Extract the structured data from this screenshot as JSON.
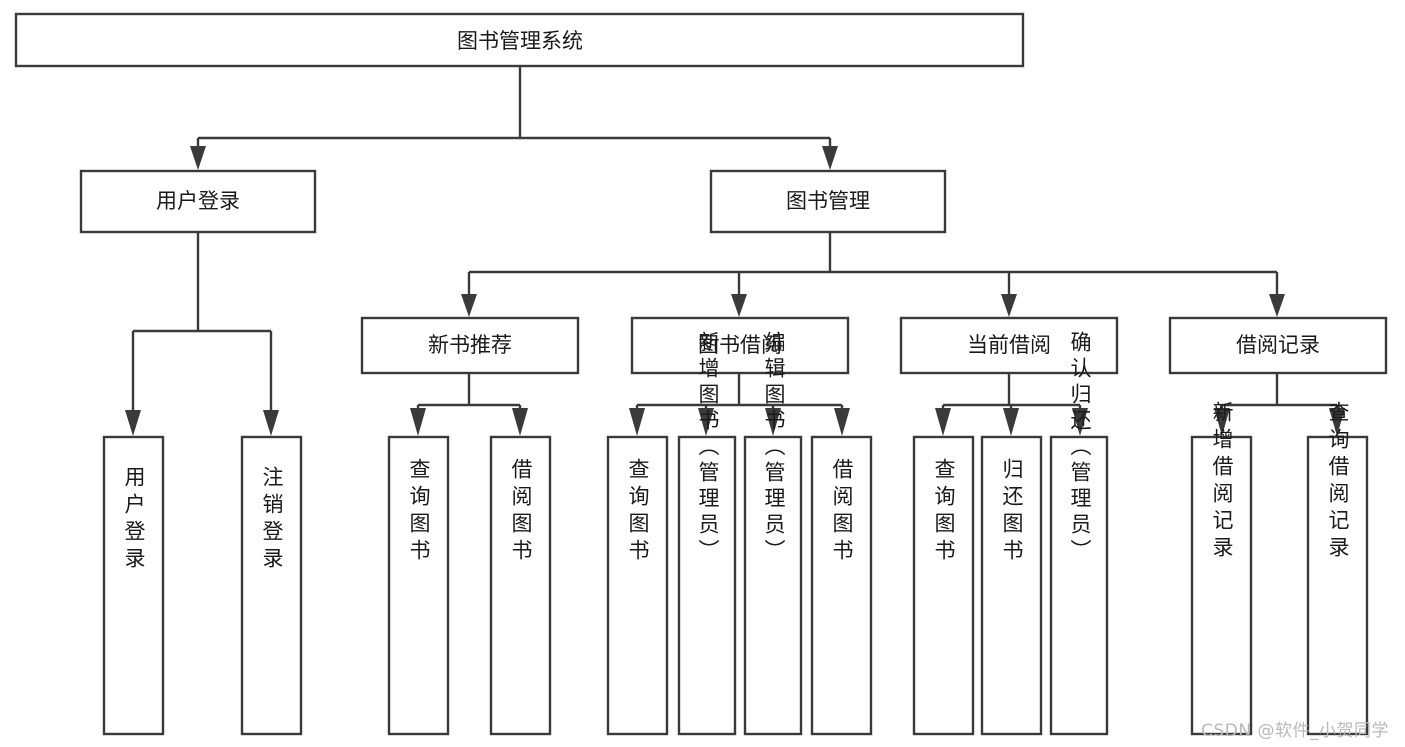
{
  "diagram": {
    "type": "tree-hierarchy",
    "title": "图书管理系统",
    "watermark": "CSDN @软件_小贺同学",
    "colors": {
      "box_stroke": "#3a3a3a",
      "box_fill": "#ffffff",
      "text": "#1a1a1a",
      "link": "#3a3a3a",
      "background": "#ffffff",
      "watermark": "#b9b9b9"
    },
    "levels": {
      "root": {
        "label": "图书管理系统"
      },
      "level2": [
        {
          "label": "用户登录"
        },
        {
          "label": "图书管理"
        }
      ],
      "level3": [
        {
          "label": "新书推荐",
          "parent": "图书管理"
        },
        {
          "label": "图书借阅",
          "parent": "图书管理"
        },
        {
          "label": "当前借阅",
          "parent": "图书管理"
        },
        {
          "label": "借阅记录",
          "parent": "图书管理"
        }
      ],
      "leaves": {
        "用户登录": [
          {
            "label": "用户登录"
          },
          {
            "label": "注销登录"
          }
        ],
        "新书推荐": [
          {
            "label": "查询图书"
          },
          {
            "label": "借阅图书"
          }
        ],
        "图书借阅": [
          {
            "label": "查询图书"
          },
          {
            "label": "新增图书（管理员）"
          },
          {
            "label": "编辑图书（管理员）"
          },
          {
            "label": "借阅图书"
          }
        ],
        "当前借阅": [
          {
            "label": "查询图书"
          },
          {
            "label": "归还图书"
          },
          {
            "label": "确认归还（管理员）"
          }
        ],
        "借阅记录": [
          {
            "label": "新增借阅记录"
          },
          {
            "label": "查询借阅记录"
          }
        ]
      }
    },
    "nodes": {
      "root": {
        "text": "图书管理系统"
      },
      "n_user_login": {
        "text": "用户登录"
      },
      "n_book_mgmt": {
        "text": "图书管理"
      },
      "n_new_book_rec": {
        "text": "新书推荐"
      },
      "n_book_borrow": {
        "text": "图书借阅"
      },
      "n_current_borrow": {
        "text": "当前借阅"
      },
      "n_borrow_record": {
        "text": "借阅记录"
      },
      "l_user_login": {
        "text": "用户登录"
      },
      "l_logout": {
        "text": "注销登录"
      },
      "l_query_book_1": {
        "text": "查询图书"
      },
      "l_borrow_book_1": {
        "text": "借阅图书"
      },
      "l_query_book_2": {
        "text": "查询图书"
      },
      "l_add_book": {
        "text": "新增图书（管理员）"
      },
      "l_edit_book": {
        "text": "编辑图书（管理员）"
      },
      "l_borrow_book_2": {
        "text": "借阅图书"
      },
      "l_query_book_3": {
        "text": "查询图书"
      },
      "l_return_book": {
        "text": "归还图书"
      },
      "l_confirm_return": {
        "text": "确认归还（管理员）"
      },
      "l_add_record": {
        "text": "新增借阅记录"
      },
      "l_query_record": {
        "text": "查询借阅记录"
      }
    }
  }
}
